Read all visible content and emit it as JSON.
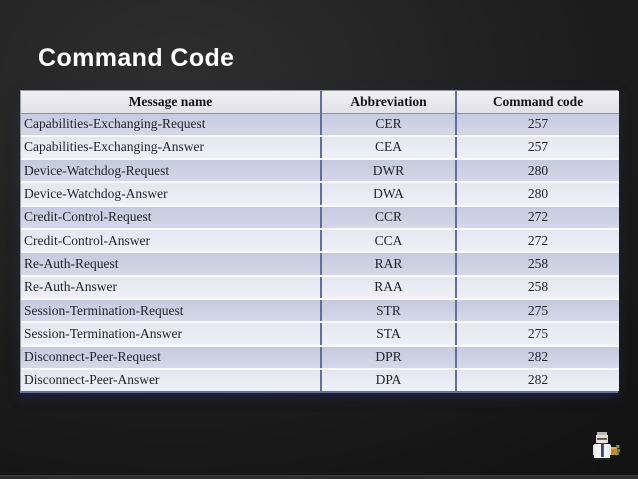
{
  "slide": {
    "title": "Command Code"
  },
  "table": {
    "headers": [
      "Message name",
      "Abbreviation",
      "Command code"
    ],
    "rows": [
      [
        "Capabilities-Exchanging-Request",
        "CER",
        "257"
      ],
      [
        "Capabilities-Exchanging-Answer",
        "CEA",
        "257"
      ],
      [
        "Device-Watchdog-Request",
        "DWR",
        "280"
      ],
      [
        "Device-Watchdog-Answer",
        "DWA",
        "280"
      ],
      [
        "Credit-Control-Request",
        "CCR",
        "272"
      ],
      [
        "Credit-Control-Answer",
        "CCA",
        "272"
      ],
      [
        "Re-Auth-Request",
        "RAR",
        "258"
      ],
      [
        "Re-Auth-Answer",
        "RAA",
        "258"
      ],
      [
        "Session-Termination-Request",
        "STR",
        "275"
      ],
      [
        "Session-Termination-Answer",
        "STA",
        "275"
      ],
      [
        "Disconnect-Peer-Request",
        "DPR",
        "282"
      ],
      [
        "Disconnect-Peer-Answer",
        "DPA",
        "282"
      ]
    ]
  },
  "colors": {
    "slide_background": "#1d1d1d",
    "title_text": "#ffffff",
    "row_odd": "#cbd0e3",
    "row_even": "#e9ebf4",
    "column_border": "#636e9b",
    "header_background": "#e9e8ed",
    "cell_text": "#23232b"
  },
  "footer": {
    "mascot_icon": "pixel-scientist-figure"
  }
}
